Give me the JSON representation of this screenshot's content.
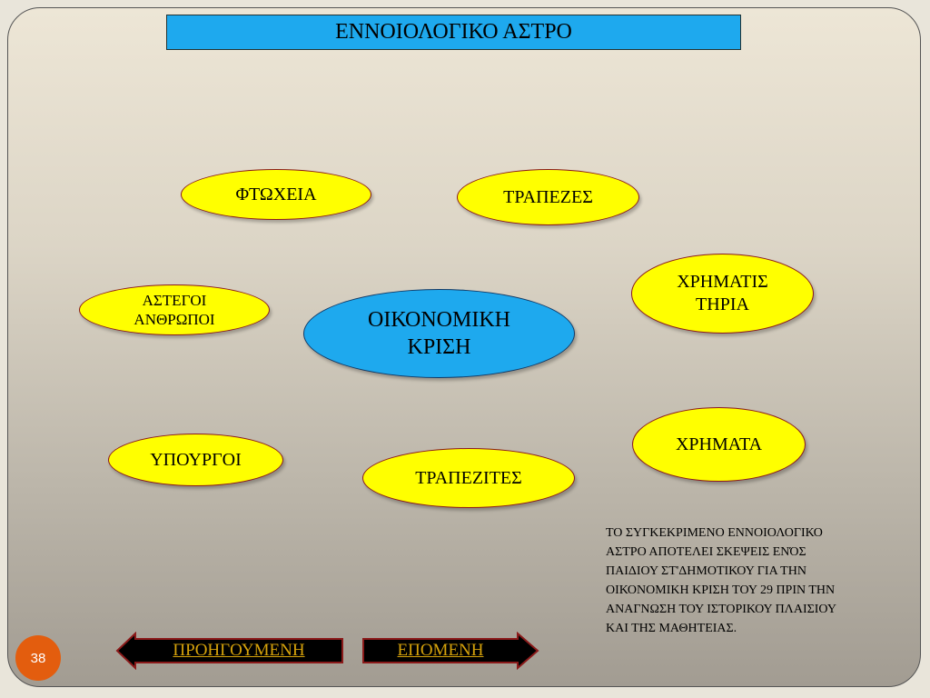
{
  "title": "ΕΝΝΟΙΟΛΟΓΙΚΟ ΑΣΤΡΟ",
  "center": {
    "line1": "ΟΙΚΟΝΟΜΙΚΗ",
    "line2": "ΚΡΙΣΗ"
  },
  "concepts": {
    "ftoxeia": "ΦΤΩΧΕΙΑ",
    "trapezes": "ΤΡΑΠΕΖΕΣ",
    "astegoi_line1": "ΑΣΤΕΓΟΙ",
    "astegoi_line2": "ΑΝΘΡΩΠΟΙ",
    "xrimatistirio_line1": "ΧΡΗΜΑΤΙΣ",
    "xrimatistirio_line2": "ΤΗΡΙΑ",
    "xrimata": "ΧΡΗΜΑΤΑ",
    "ypourgoi": "ΥΠΟΥΡΓΟΙ",
    "trapezites": "ΤΡΑΠΕΖΙΤΕΣ"
  },
  "note": [
    "ΤΟ ΣΥΓΚΕΚΡΙΜΕΝΟ ΕΝΝΟΙΟΛΟΓΙΚΟ",
    "ΑΣΤΡΟ ΑΠΟΤΕΛΕΙ ΣΚΕΨΕΙΣ ΕΝΌΣ",
    "ΠΑΙΔΙΟΥ ΣΤ'ΔΗΜΟΤΙΚΟΥ ΓΙΑ ΤΗΝ",
    "ΟΙΚΟΝΟΜΙΚΗ  ΚΡΙΣΗ  ΤΟΥ 29 ΠΡΙΝ ΤΗΝ",
    "ΑΝΑΓΝΩΣΗ ΤΟΥ ΙΣΤΟΡΙΚΟΥ ΠΛΑΙΣΙΟΥ",
    "ΚΑΙ ΤΗΣ ΜΑΘΗΤΕΙΑΣ."
  ],
  "nav": {
    "prev": "ΠΡΟΗΓΟΥΜΕΝΗ",
    "next": "ΕΠΟΜΕΝΗ"
  },
  "page_number": "38",
  "colors": {
    "concept_fill": "#ffff00",
    "center_fill": "#1ea9ee",
    "title_fill": "#1ea9ee",
    "nav_text": "#d6a20b",
    "page_badge": "#e35d0e"
  }
}
